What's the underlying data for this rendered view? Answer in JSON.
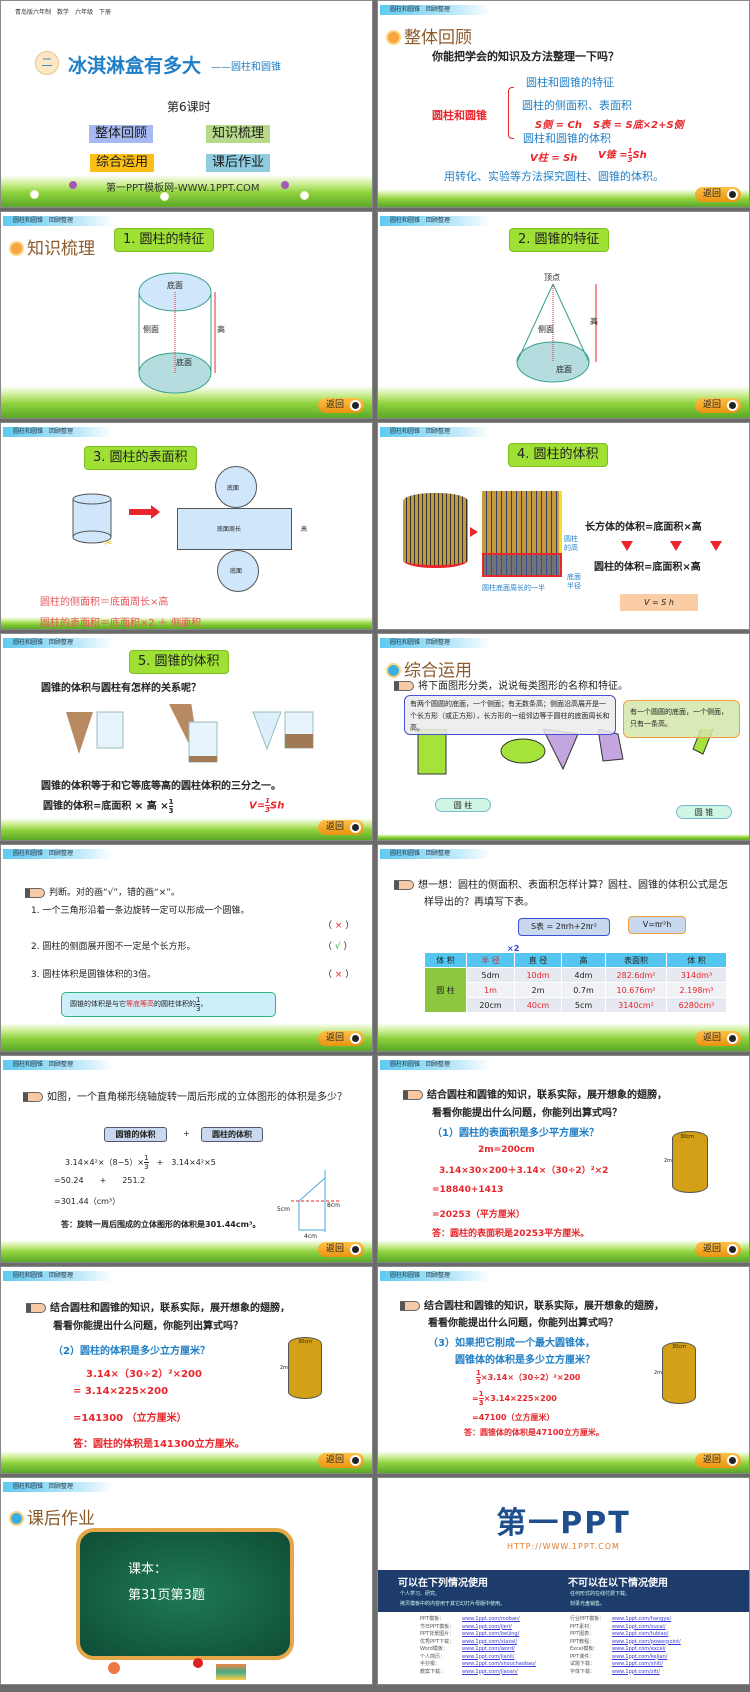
{
  "common": {
    "header_tag": "圆柱和圆锥　回顾整理",
    "back": "返回"
  },
  "s1": {
    "top_tag": "青岛版六年制　数学　六年级　下册",
    "unit": "二",
    "title": "冰淇淋盒有多大",
    "subtitle": "——圆柱和圆锥",
    "lesson": "第6课时",
    "menu": [
      "整体回顾",
      "知识梳理",
      "综合运用",
      "课后作业"
    ],
    "footer": "第一PPT模板网-WWW.1PPT.COM"
  },
  "s2": {
    "section": "整体回顾",
    "question": "你能把学会的知识及方法整理一下吗？",
    "root": "圆柱和圆锥",
    "items": [
      "圆柱和圆锥的特征",
      "圆柱的侧面积、表面积",
      "圆柱和圆锥的体积"
    ],
    "f_side": "S侧 = Ch",
    "f_surface": "S表 = S底×2+S侧",
    "f_vcyl": "V柱 = Sh",
    "f_vcone_a": "V锥 =",
    "f_vcone_num": "1",
    "f_vcone_den": "3",
    "f_vcone_b": "Sh",
    "conclusion": "用转化、实验等方法探究圆柱、圆锥的体积。"
  },
  "s3": {
    "section": "知识梳理",
    "box": "1. 圆柱的特征",
    "top": "底面",
    "side": "侧面",
    "bottom": "底面",
    "height": "高"
  },
  "s4": {
    "box": "2. 圆锥的特征",
    "apex": "顶点",
    "side": "侧面",
    "bottom": "底面",
    "height": "高"
  },
  "s5": {
    "box": "3. 圆柱的表面积",
    "base1": "底面",
    "circ": "底面周长",
    "height": "高",
    "base2": "底面",
    "line1": "圆柱的侧面积＝底面周长×高",
    "line2": "圆柱的表面积＝底面积×2 ＋ 侧面积"
  },
  "s6": {
    "box": "4. 圆柱的体积",
    "cyl_h": "圆柱的高",
    "radius": "底面半径",
    "half_circ": "圆柱底面周长的一半",
    "cuboid": "长方体的体积=底面积×高",
    "cylinder": "圆柱的体积=底面积×高",
    "formula": "V = S h"
  },
  "s7": {
    "box": "5. 圆锥的体积",
    "question": "圆锥的体积与圆柱有怎样的关系呢？",
    "conclusion": "圆锥的体积等于和它等底等高的圆柱体积的三分之一。",
    "formula": "圆锥的体积=底面积 × 高 ×",
    "num": "1",
    "den": "3",
    "f2a": "V=",
    "f2b": "Sh"
  },
  "s8": {
    "section": "综合运用",
    "instruction": "将下面图形分类，说说每类图形的名称和特征。",
    "cyl_text": "有两个圆圆的底面，一个侧面；有无数条高；侧面沿高展开是一个长方形（或正方形），长方形的一组邻边等于圆柱的底面周长和高。",
    "cone_text": "有一个圆圆的底面，一个侧面，只有一条高。",
    "cloud_cyl": "圆 柱",
    "cloud_cone": "圆 锥"
  },
  "s9": {
    "instruction": "判断。对的画“√”，错的画“×”。",
    "items": [
      {
        "text": "1. 一个三角形沿着一条边旋转一定可以形成一个圆锥。",
        "answer": "×"
      },
      {
        "text": "2. 圆柱的侧面展开图不一定是个长方形。",
        "answer": "√"
      },
      {
        "text": "3. 圆柱体积是圆锥体积的3倍。",
        "answer": "×"
      }
    ],
    "note_a": "圆锥的体积是与它",
    "note_b": "等底等高",
    "note_c": "的圆柱体积的",
    "num": "1",
    "den": "3",
    "note_d": "。"
  },
  "s10": {
    "instruction": "想一想：圆柱的侧面积、表面积怎样计算？圆柱、圆锥的体积公式是怎样导出的？再填写下表。",
    "bubble1": "S表 = 2πrh+2πr²",
    "bubble2": "V=πr²h",
    "x2": "×2",
    "headers": [
      "体 积",
      "半 径",
      "直 径",
      "高",
      "表面积",
      "体 积"
    ],
    "row_label": "圆 柱",
    "rows": [
      [
        "5dm",
        "10dm",
        "4dm",
        "282.6dm²",
        "314dm³"
      ],
      [
        "1m",
        "2m",
        "0.7m",
        "10.676m²",
        "2.198m³"
      ],
      [
        "20cm",
        "40cm",
        "5cm",
        "3140cm²",
        "6280cm³"
      ]
    ]
  },
  "s11": {
    "question": "如图，一个直角梯形绕轴旋转一周后形成的立体图形的体积是多少？",
    "box1": "圆锥的体积",
    "plus": "+",
    "box2": "圆柱的体积",
    "l1a": "3.14×4²×（8−5）×",
    "l1b": "+　3.14×4²×5",
    "num": "1",
    "den": "3",
    "l2": "=50.24　　+　　251.2",
    "l3": "=301.44（cm³）",
    "answer": "答：旋转一周后围成的立体图形的体积是301.44cm³。",
    "lbl_5": "5cm",
    "lbl_8": "8cm",
    "lbl_4": "4cm"
  },
  "s12": {
    "intro1": "结合圆柱和圆锥的知识，联系实际，展开想象的翅膀，",
    "intro2": "看看你能提出什么问题，你能列出算式吗？",
    "q": "（1）圆柱的表面积是多少平方厘米？",
    "l1": "2m=200cm",
    "l2": "3.14×30×200＋3.14×（30÷2）²×2",
    "l3": "=18840+1413",
    "l4": "=20253（平方厘米）",
    "answer": "答：圆柱的表面积是20253平方厘米。",
    "dia": "30cm",
    "h": "2m"
  },
  "s13": {
    "intro1": "结合圆柱和圆锥的知识，联系实际，展开想象的翅膀，",
    "intro2": "看看你能提出什么问题，你能列出算式吗？",
    "q": "（2）圆柱的体积是多少立方厘米？",
    "l1": "3.14×（30÷2）²×200",
    "l2": "= 3.14×225×200",
    "l3": "=141300 （立方厘米）",
    "answer": "答：圆柱的体积是141300立方厘米。",
    "dia": "30cm",
    "h": "2m"
  },
  "s14": {
    "intro1": "结合圆柱和圆锥的知识，联系实际，展开想象的翅膀，",
    "intro2": "看看你能提出什么问题，你能列出算式吗？",
    "q1": "（3）如果把它削成一个最大圆锥体，",
    "q2": "圆锥体的体积是多少立方厘米？",
    "num": "1",
    "den": "3",
    "l1": "×3.14×（30÷2）²×200",
    "l2a": "=",
    "l2": "×3.14×225×200",
    "l3": "=47100（立方厘米）",
    "answer": "答：圆锥体的体积是47100立方厘米。",
    "dia": "30cm",
    "h": "2m"
  },
  "s15": {
    "section": "课后作业",
    "line1": "课本：",
    "line2": "第31页第3题"
  },
  "s16": {
    "logo": "第一PPT",
    "url": "HTTP://WWW.1PPT.COM",
    "can_title": "可以在下列情况使用",
    "can": [
      "个人学习、研究。",
      "拷贝模板中的内容用于其它幻灯片母版中使用。"
    ],
    "cannot_title": "不可以在以下情况使用",
    "cannot": [
      "任何形式的在线付费下载。",
      "刻录光盘销售。"
    ],
    "links_left": [
      [
        "PPT模板：",
        "www.1ppt.com/moban/"
      ],
      [
        "节日PPT模板：",
        "www.1ppt.com/jieri/"
      ],
      [
        "PPT背景图片：",
        "www.1ppt.com/beijing/"
      ],
      [
        "优秀PPT下载：",
        "www.1ppt.com/xiazai/"
      ],
      [
        "Word模板：",
        "www.1ppt.com/word/"
      ],
      [
        "个人简历：",
        "www.1ppt.com/jianli/"
      ],
      [
        "手抄报：",
        "www.1ppt.com/shouchaobao/"
      ],
      [
        "教案下载：",
        "www.1ppt.com/jiaoan/"
      ]
    ],
    "links_right": [
      [
        "行业PPT模板：",
        "www.1ppt.com/hangye/"
      ],
      [
        "PPT素材：",
        "www.1ppt.com/sucai/"
      ],
      [
        "PPT图表：",
        "www.1ppt.com/tubiao/"
      ],
      [
        "PPT教程：",
        "www.1ppt.com/powerpoint/"
      ],
      [
        "Excel模板：",
        "www.1ppt.com/excel/"
      ],
      [
        "PPT课件：",
        "www.1ppt.com/kejian/"
      ],
      [
        "试题下载：",
        "www.1ppt.com/shiti/"
      ],
      [
        "字体下载：",
        "www.1ppt.com/ziti/"
      ]
    ]
  }
}
